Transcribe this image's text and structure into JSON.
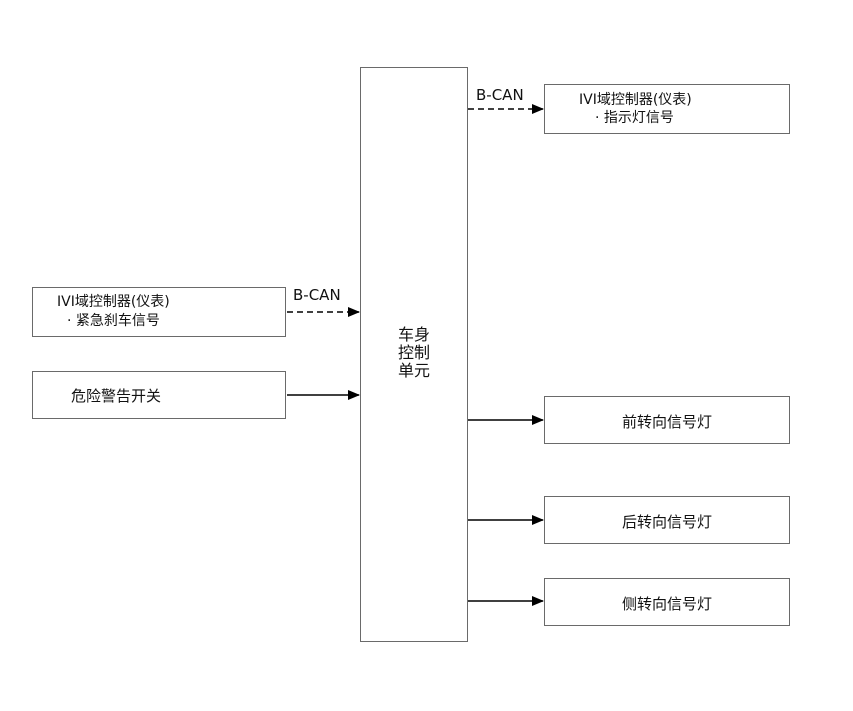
{
  "bcm": {
    "line1": "车身",
    "line2": "控制",
    "line3": "单元"
  },
  "ivi_top": {
    "title": "IVI域控制器(仪表)",
    "item": "· 指示灯信号"
  },
  "ivi_left": {
    "title": "IVI域控制器(仪表)",
    "item": "· 紧急刹车信号"
  },
  "hazard_switch": {
    "label": "危险警告开关"
  },
  "front_lamp": {
    "label": "前转向信号灯"
  },
  "rear_lamp": {
    "label": "后转向信号灯"
  },
  "side_lamp": {
    "label": "侧转向信号灯"
  },
  "bus_labels": {
    "top": "B-CAN",
    "left": "B-CAN"
  }
}
